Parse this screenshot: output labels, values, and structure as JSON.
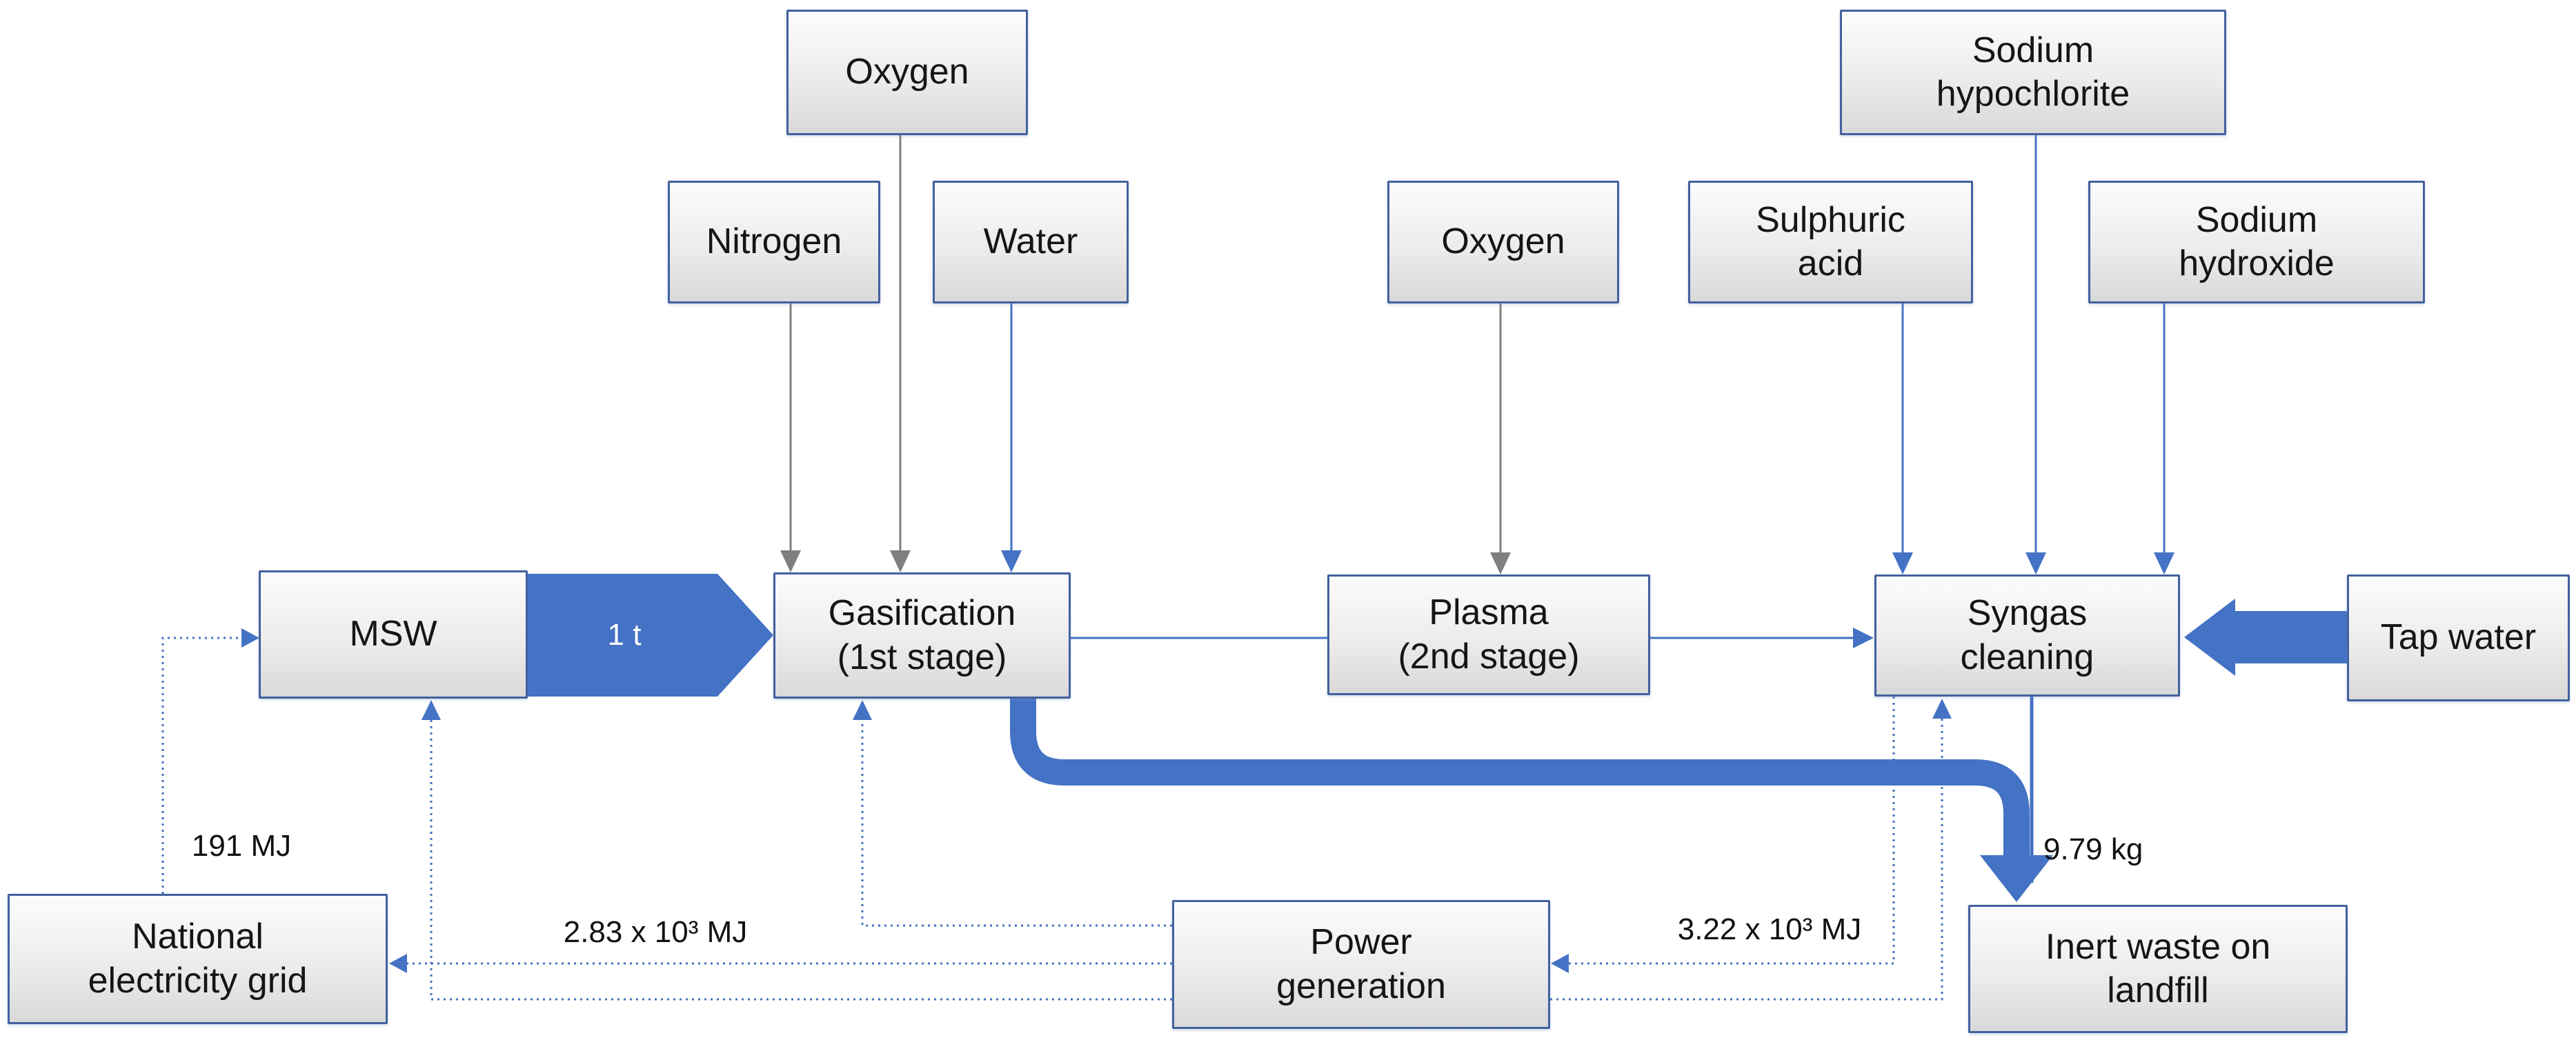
{
  "diagram": {
    "type": "process-flow",
    "subject": "MSW two-stage gasification with plasma and syngas cleaning",
    "colors": {
      "flow_blue": "#4472C4",
      "gray_arrow": "#7f7f7f",
      "box_border": "#42619e",
      "box_fill_top": "#fcfcfc",
      "box_fill_bottom": "#d9d9d9",
      "background": "#ffffff",
      "text": "#151515"
    },
    "nodes": {
      "oxygen_top": {
        "line1": "Oxygen",
        "line2": ""
      },
      "sodium_hypochlorite": {
        "line1": "Sodium",
        "line2": "hypochlorite"
      },
      "nitrogen": {
        "line1": "Nitrogen",
        "line2": ""
      },
      "water": {
        "line1": "Water",
        "line2": ""
      },
      "oxygen_plasma": {
        "line1": "Oxygen",
        "line2": ""
      },
      "sulphuric_acid": {
        "line1": "Sulphuric",
        "line2": "acid"
      },
      "sodium_hydroxide": {
        "line1": "Sodium",
        "line2": "hydroxide"
      },
      "msw": {
        "line1": "MSW",
        "line2": ""
      },
      "gasification": {
        "line1": "Gasification",
        "line2": "(1st stage)"
      },
      "plasma": {
        "line1": "Plasma",
        "line2": "(2nd stage)"
      },
      "syngas_cleaning": {
        "line1": "Syngas",
        "line2": "cleaning"
      },
      "tap_water": {
        "line1": "Tap water",
        "line2": ""
      },
      "national_grid": {
        "line1": "National",
        "line2": "electricity grid"
      },
      "power_generation": {
        "line1": "Power",
        "line2": "generation"
      },
      "inert_waste": {
        "line1": "Inert waste on",
        "line2": "landfill"
      }
    },
    "flows": {
      "msw_to_gasification": {
        "label": "1 t",
        "style": "thick-blue-arrow"
      },
      "grid_to_msw": {
        "label": "191 MJ",
        "style": "dotted-blue-arrow"
      },
      "powergen_to_grid": {
        "label": "2.83 x 10³ MJ",
        "style": "dotted-blue-arrow"
      },
      "syngas_to_powergen": {
        "label": "3.22 x 10³ MJ",
        "style": "dotted-blue-arrow"
      },
      "syngas_to_landfill": {
        "label": "9.79 kg",
        "style": "thick-blue-arrow"
      },
      "tapwater_to_syngas": {
        "label": "",
        "style": "thick-blue-arrow"
      },
      "nitrogen_to_gasification": {
        "label": "",
        "style": "gray-arrow"
      },
      "oxygen_to_gasification": {
        "label": "",
        "style": "gray-arrow"
      },
      "water_to_gasification": {
        "label": "",
        "style": "blue-arrow"
      },
      "oxygen_to_plasma": {
        "label": "",
        "style": "gray-arrow"
      },
      "gasification_to_plasma": {
        "label": "",
        "style": "blue-line"
      },
      "plasma_to_syngas": {
        "label": "",
        "style": "blue-arrow"
      },
      "sulphuric_to_syngas": {
        "label": "",
        "style": "blue-arrow"
      },
      "hypochlorite_to_syngas": {
        "label": "",
        "style": "blue-arrow"
      },
      "hydroxide_to_syngas": {
        "label": "",
        "style": "blue-arrow"
      },
      "powergen_to_msw": {
        "label": "",
        "style": "dotted-blue-arrow"
      },
      "powergen_to_gasification": {
        "label": "",
        "style": "dotted-blue-arrow"
      },
      "powergen_to_syngas": {
        "label": "",
        "style": "dotted-blue-arrow"
      }
    }
  }
}
